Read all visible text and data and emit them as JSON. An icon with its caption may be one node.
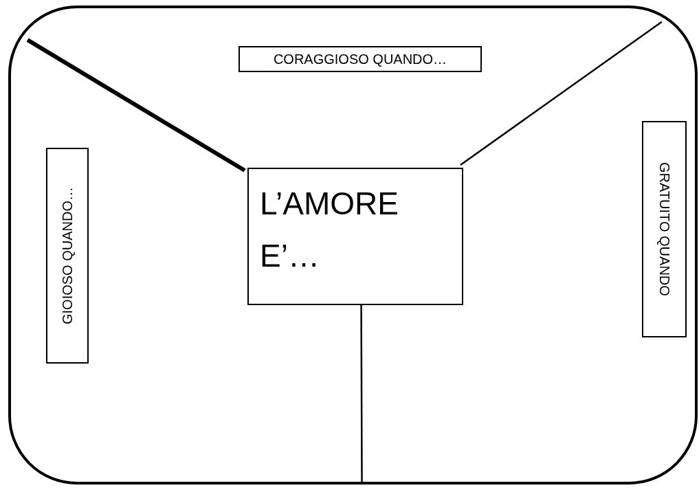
{
  "diagram": {
    "nodes": [
      {
        "text": [],
        "shape": "box"
      },
      {
        "text": [
          "CORAGGIOSO QUANDO…"
        ],
        "in": 0
      },
      {
        "text": [
          "GIOIOSO QUANDO…"
        ],
        "in": 0
      },
      {
        "text": [
          "L’AMORE E’…"
        ],
        "in": 0
      },
      {
        "text": [
          "GRATUITO QUANDO"
        ],
        "in": 0
      }
    ],
    "edges": [
      {
        "from": 3,
        "to": 0,
        "arrow": "none",
        "style": "thick"
      },
      {
        "from": 3,
        "to": 0,
        "arrow": "none"
      },
      {
        "from": 3,
        "to": 0,
        "arrow": "none"
      }
    ]
  }
}
